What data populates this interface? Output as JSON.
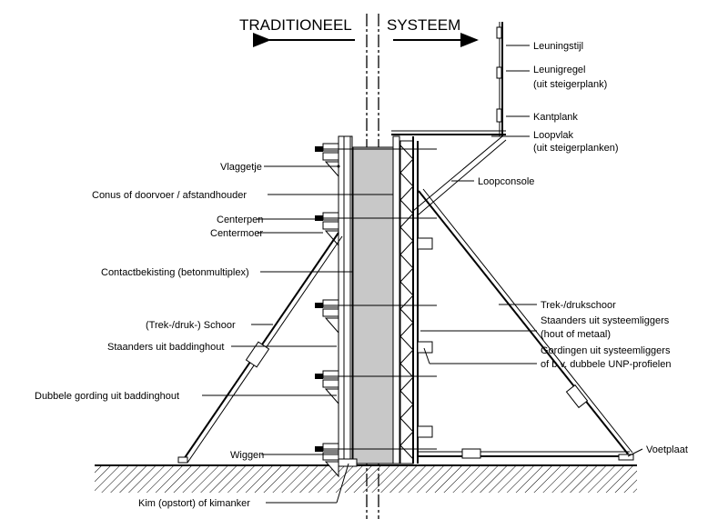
{
  "headers": {
    "left": "TRADITIONEEL",
    "right": "SYSTEEM"
  },
  "labels_left": {
    "vlaggetje": "Vlaggetje",
    "conus": "Conus of doorvoer / afstandhouder",
    "centerpen": "Centerpen",
    "centermoer": "Centermoer",
    "contactbekisting": "Contactbekisting (betonmultiplex)",
    "schoor": "(Trek-/druk-) Schoor",
    "staanders": "Staanders uit baddinghout",
    "gording": "Dubbele gording uit baddinghout",
    "wiggen": "Wiggen",
    "kim": "Kim (opstort) of kimanker"
  },
  "labels_right": {
    "leuningstijl": "Leuningstijl",
    "leunigregel_1": "Leunigregel",
    "leunigregel_2": "(uit steigerplank)",
    "kantplank": "Kantplank",
    "loopvlak_1": "Loopvlak",
    "loopvlak_2": "(uit steigerplanken)",
    "loopconsole": "Loopconsole",
    "trekschoor": "Trek-/drukschoor",
    "staanders_sys_1": "Staanders uit systeemliggers",
    "staanders_sys_2": "(hout of metaal)",
    "gordingen_sys_1": "Gordingen uit systeemliggers",
    "gordingen_sys_2": "of b.v. dubbele UNP-profielen",
    "voetplaat": "Voetplaat"
  },
  "colors": {
    "line": "#000000",
    "concrete": "#c8c8c8",
    "background": "#ffffff"
  }
}
